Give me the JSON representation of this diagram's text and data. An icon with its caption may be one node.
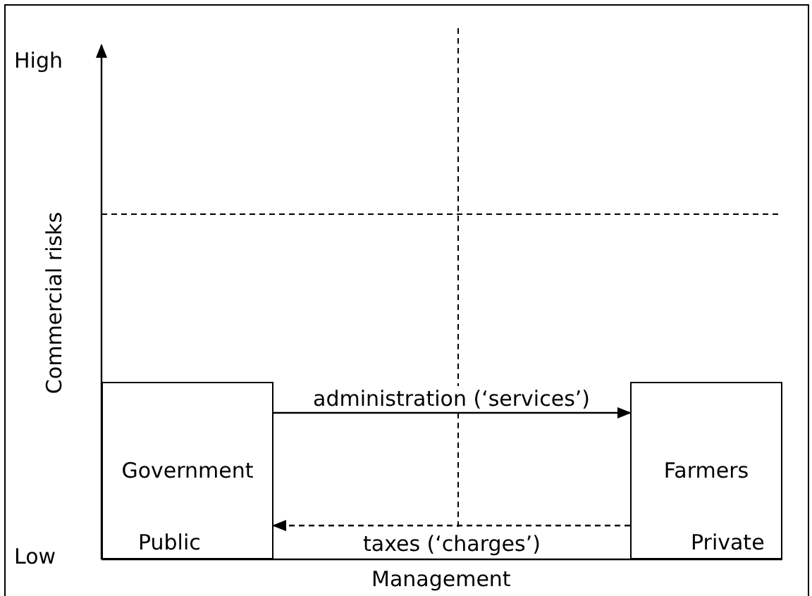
{
  "diagram": {
    "nodes": [
      {
        "text": [
          "Government"
        ]
      },
      {
        "text": [
          "Farmers"
        ]
      }
    ],
    "edges": [
      {
        "from": 0,
        "to": 1,
        "arrow": "to",
        "label": "administration (‘services’)"
      },
      {
        "from": 1,
        "to": 0,
        "arrow": "to",
        "label": "taxes (‘charges’)",
        "style": "dashed"
      }
    ],
    "labels": [
      "High",
      "Commercial risks",
      "Low",
      "Public",
      "Private",
      "Management"
    ]
  }
}
